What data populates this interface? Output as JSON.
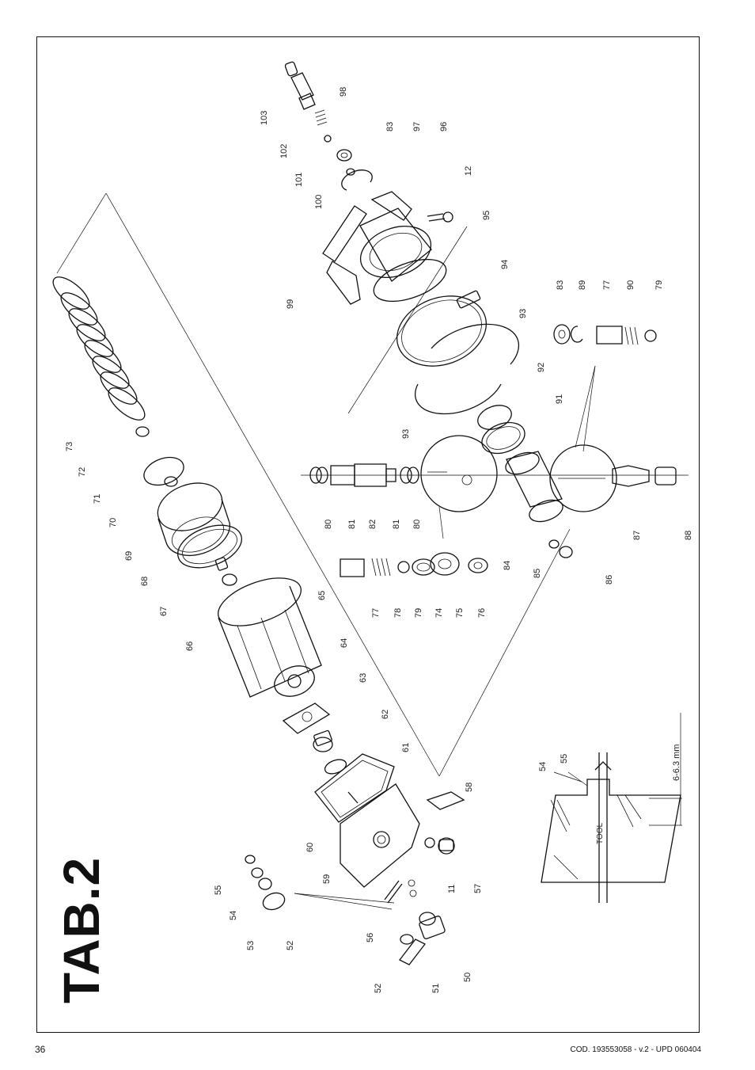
{
  "title": "TAB.2",
  "page_number": "36",
  "doc_code": "COD. 193553058 - v.2 - UPD 060404",
  "detail": {
    "dimension": "6-6.3 mm",
    "tool_label": "TOOL",
    "labels": [
      "54",
      "55"
    ]
  },
  "part_labels": [
    "103",
    "102",
    "98",
    "101",
    "100",
    "83",
    "97",
    "96",
    "12",
    "95",
    "99",
    "94",
    "93",
    "93",
    "92",
    "91",
    "73",
    "72",
    "71",
    "70",
    "69",
    "68",
    "67",
    "66",
    "65",
    "64",
    "63",
    "62",
    "61",
    "60",
    "59",
    "58",
    "57",
    "11",
    "56",
    "55",
    "54",
    "53",
    "52",
    "52",
    "51",
    "50",
    "80",
    "81",
    "82",
    "81",
    "80",
    "77",
    "78",
    "79",
    "74",
    "75",
    "76",
    "84",
    "85",
    "86",
    "87",
    "88",
    "83",
    "89",
    "77",
    "90",
    "79"
  ]
}
